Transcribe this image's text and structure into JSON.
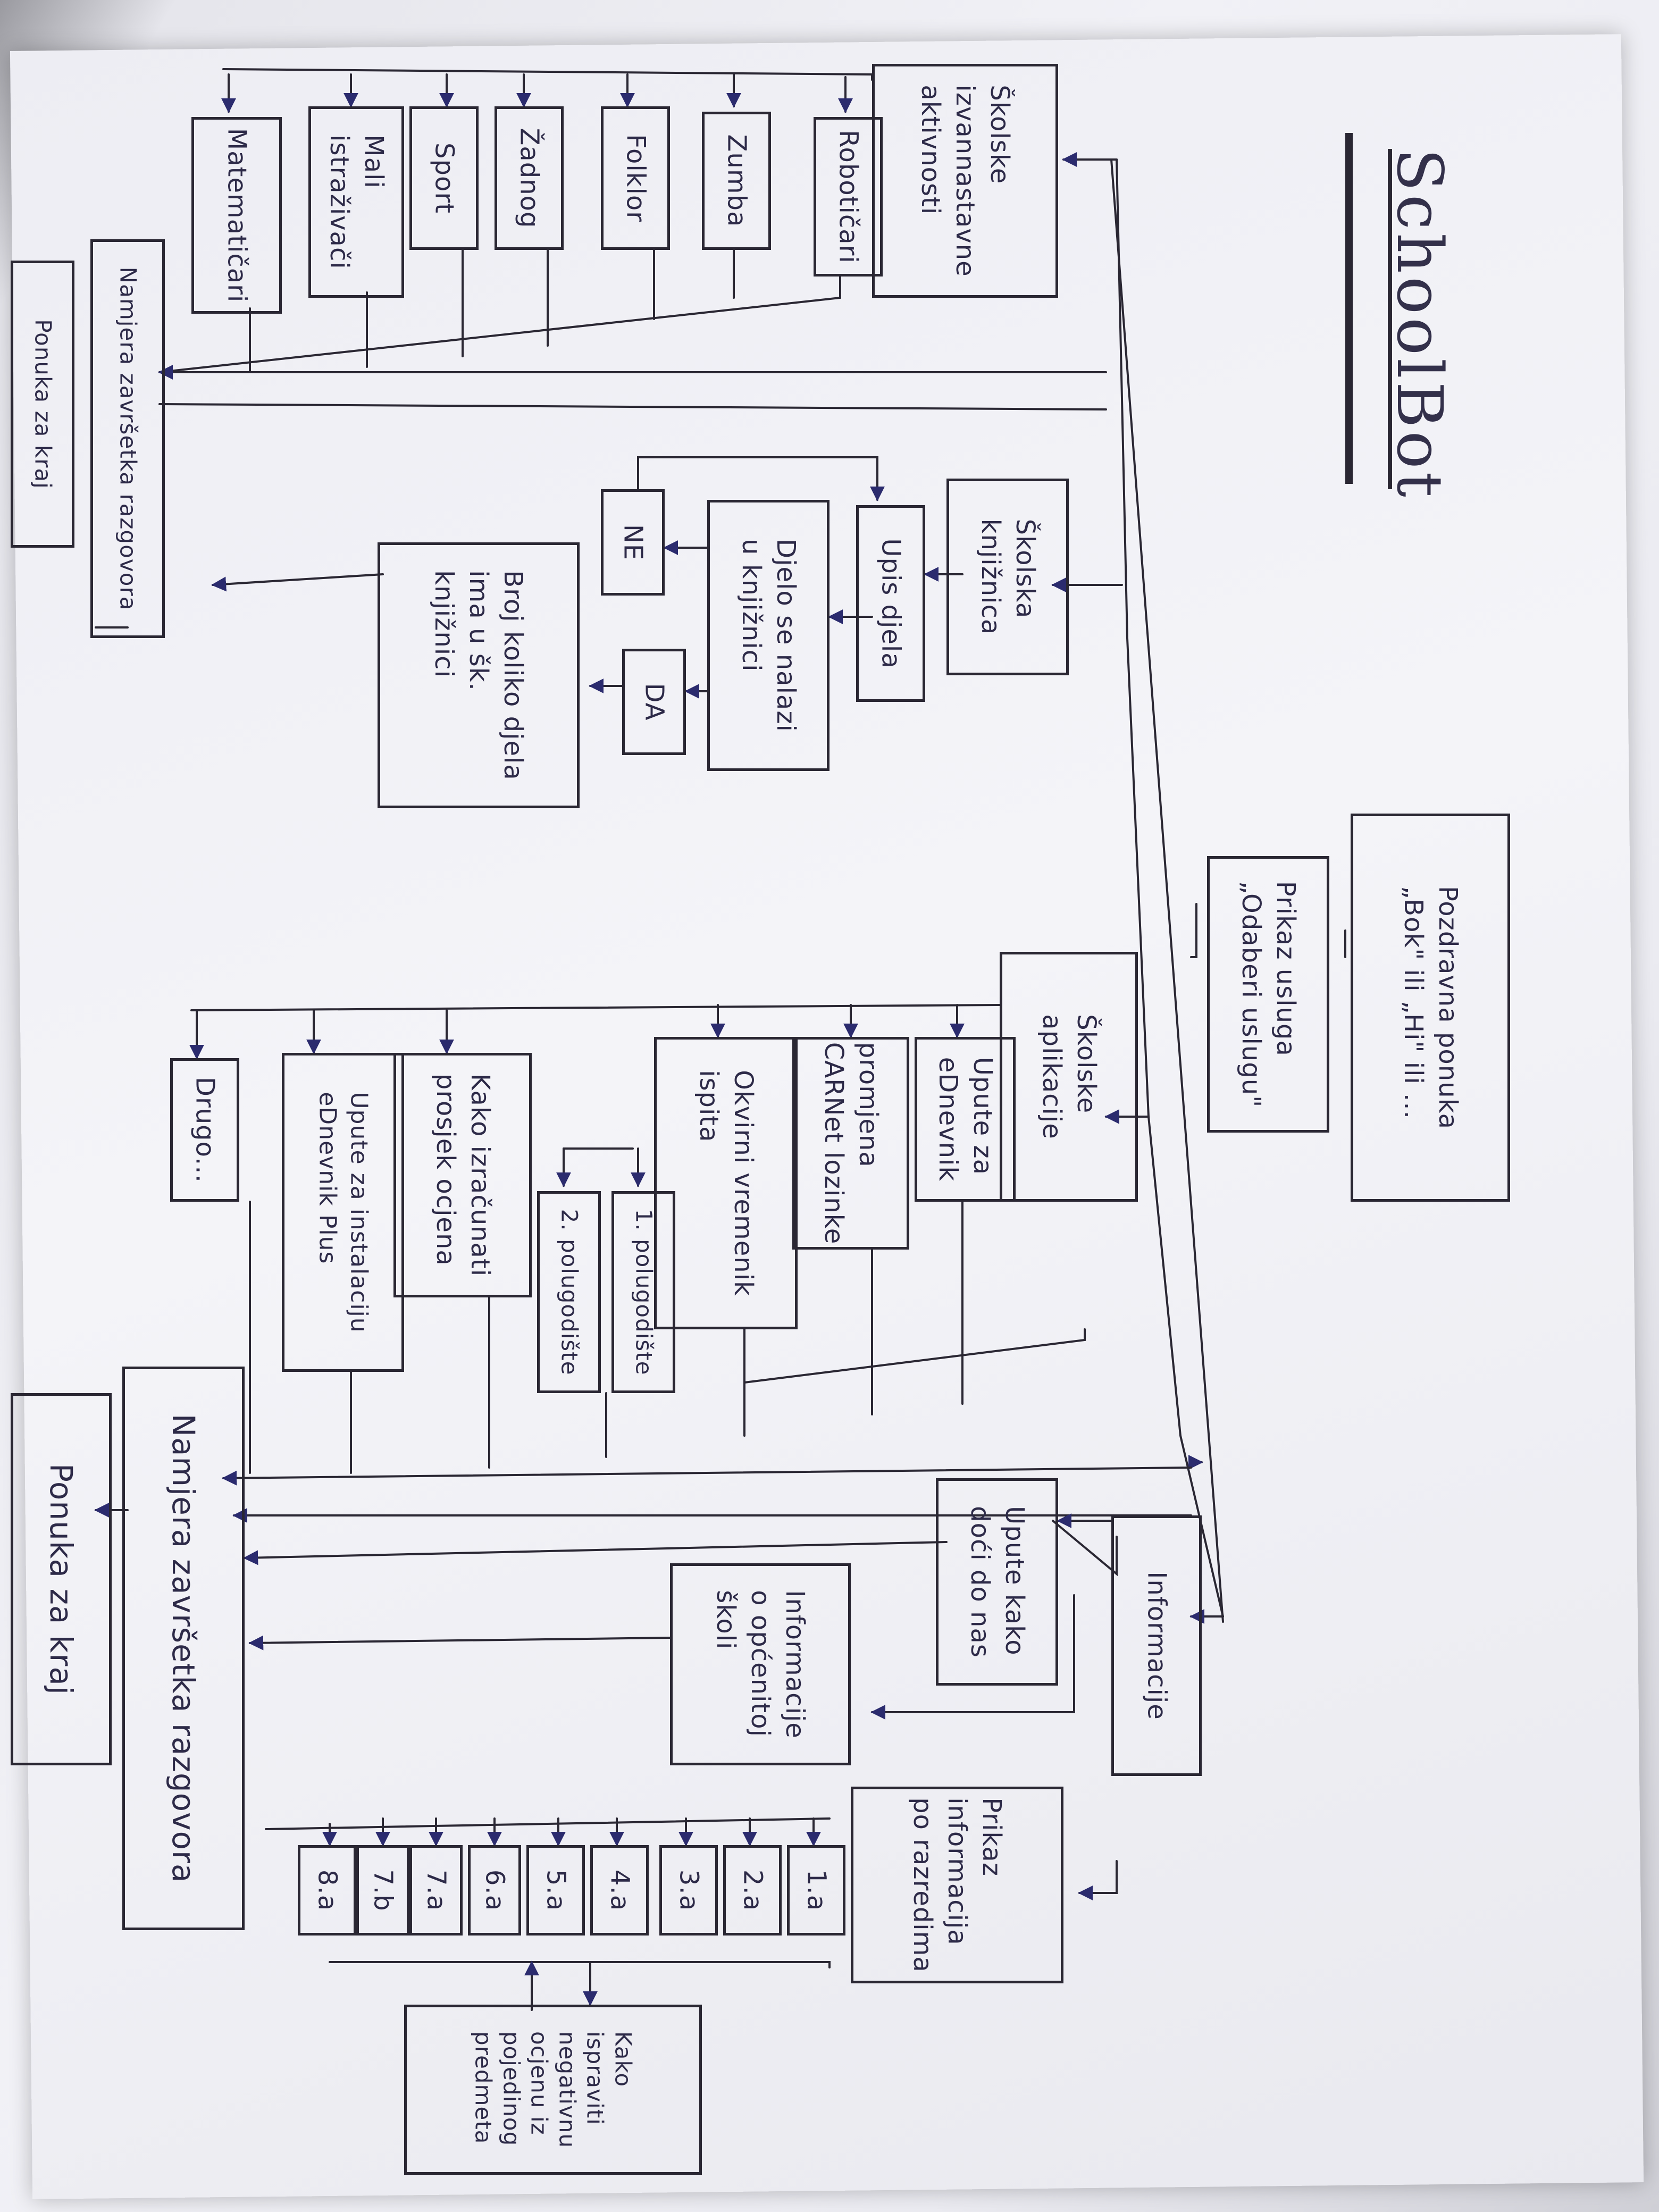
{
  "title": "SchoolBot",
  "start": {
    "greeting": "Pozdravna ponuka\n„Bok\" ili „Hi\" ili ...",
    "services": "Prikaz usluga\n„Odaberi uslugu\""
  },
  "activities": {
    "header": "Školske\nizvannastavne\naktivnosti",
    "items": [
      "Robotičari",
      "Zumba",
      "Folklor",
      "Žadnog",
      "Sport",
      "Mali\nistraživači",
      "Matematičari"
    ],
    "intent": "Namjera završetka razgovora",
    "end": "Ponuka za kraj"
  },
  "library": {
    "header": "Školska\nknjižnica",
    "upis": "Upis djela",
    "check": "Djelo se nalazi\nu knjižnici",
    "no": "NE",
    "yes": "DA",
    "count": "Broj koliko djela\nima u šk.\nknjižnici",
    "intent": "Namjera završetka razgovora"
  },
  "apps": {
    "header": "Školske\naplikacije",
    "ednevnik": "Upute za\neDnevnik",
    "carnet": "promjena\nCARNet lozinke",
    "okvirni": "Okvirni vremenik\nispita",
    "pol1": "1. polugodište",
    "pol2": "2. polugodište",
    "prosjek": "Kako izračunati\nprosjek ocjena",
    "plus": "Upute za instalaciju\neDnevnik Plus",
    "drugo": "Drugo...",
    "intent": "Namjera završetka razgovora",
    "end": "Ponuka za kraj"
  },
  "info": {
    "header": "Informacije",
    "dolazak": "Upute kako\ndoći do nas",
    "opcenito": "Informacije\no općenitoj\nškoli",
    "razredi": "Prikaz\ninformacija\npo razredima",
    "classes": [
      "1.a",
      "2.a",
      "3.a",
      "4.a",
      "5.a",
      "6.a",
      "7.a",
      "7.b",
      "8.a"
    ],
    "negativna": "Kako\nispraviti\nnegativnu\nocjenu iz\npojedinog\npredmeta"
  }
}
